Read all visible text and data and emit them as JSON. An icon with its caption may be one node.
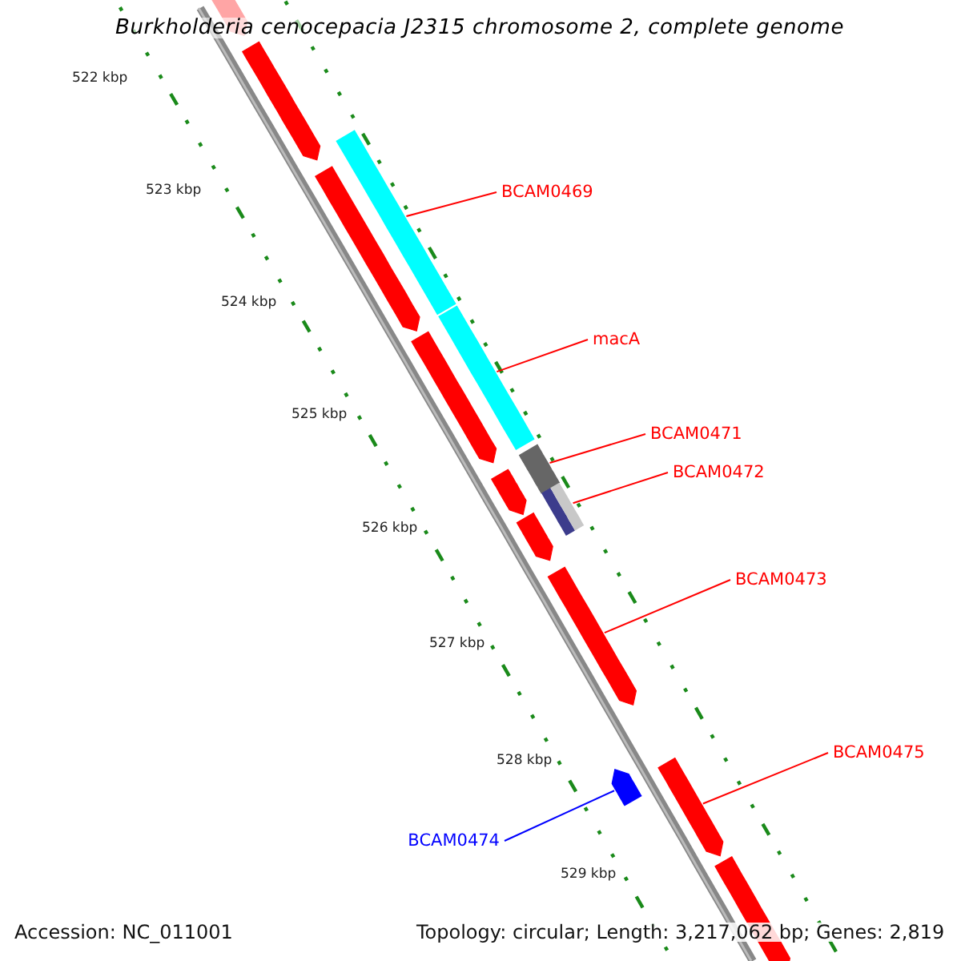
{
  "diagram": {
    "title": "Burkholderia cenocepacia J2315 chromosome 2, complete genome",
    "nodes": [
      {
        "text": [
          "BCAM0469"
        ]
      },
      {
        "text": [
          "macA"
        ]
      },
      {
        "text": [
          "BCAM0471"
        ]
      },
      {
        "text": [
          "BCAM0472"
        ]
      },
      {
        "text": [
          "BCAM0473"
        ]
      },
      {
        "text": [
          "BCAM0475"
        ]
      },
      {
        "text": [
          "BCAM0474"
        ]
      },
      {
        "text": [],
        "shape": "bar"
      },
      {
        "text": [],
        "shape": "bar"
      },
      {
        "text": [],
        "shape": "bar"
      },
      {
        "text": [],
        "shape": "bar"
      },
      {
        "text": [],
        "shape": "bar"
      },
      {
        "text": [],
        "shape": "bar"
      },
      {
        "text": [],
        "shape": "bar"
      },
      {
        "text": [],
        "shape": "bar"
      },
      {
        "text": [],
        "shape": "bar"
      },
      {
        "text": [],
        "shape": "bar"
      },
      {
        "text": [],
        "shape": "bar"
      },
      {
        "text": [],
        "shape": "bar"
      },
      {
        "text": [],
        "shape": "bar"
      },
      {
        "text": [],
        "shape": "bar"
      }
    ],
    "edges": [
      {
        "from": 0,
        "to": 9,
        "arrow": "none"
      },
      {
        "from": 1,
        "to": 11,
        "arrow": "none"
      },
      {
        "from": 2,
        "to": 13,
        "arrow": "none"
      },
      {
        "from": 3,
        "to": 15,
        "arrow": "none"
      },
      {
        "from": 4,
        "to": 17,
        "arrow": "none"
      },
      {
        "from": 5,
        "to": 19,
        "arrow": "none"
      },
      {
        "from": 6,
        "to": 18,
        "arrow": "none",
        "color": "#0000ff"
      }
    ],
    "labels": [
      "522 kbp",
      "523 kbp",
      "524 kbp",
      "525 kbp",
      "526 kbp",
      "527 kbp",
      "528 kbp",
      "529 kbp",
      "Accession: NC_011001",
      "Topology: circular; Length: 3,217,062 bp; Genes: 2,819"
    ]
  }
}
